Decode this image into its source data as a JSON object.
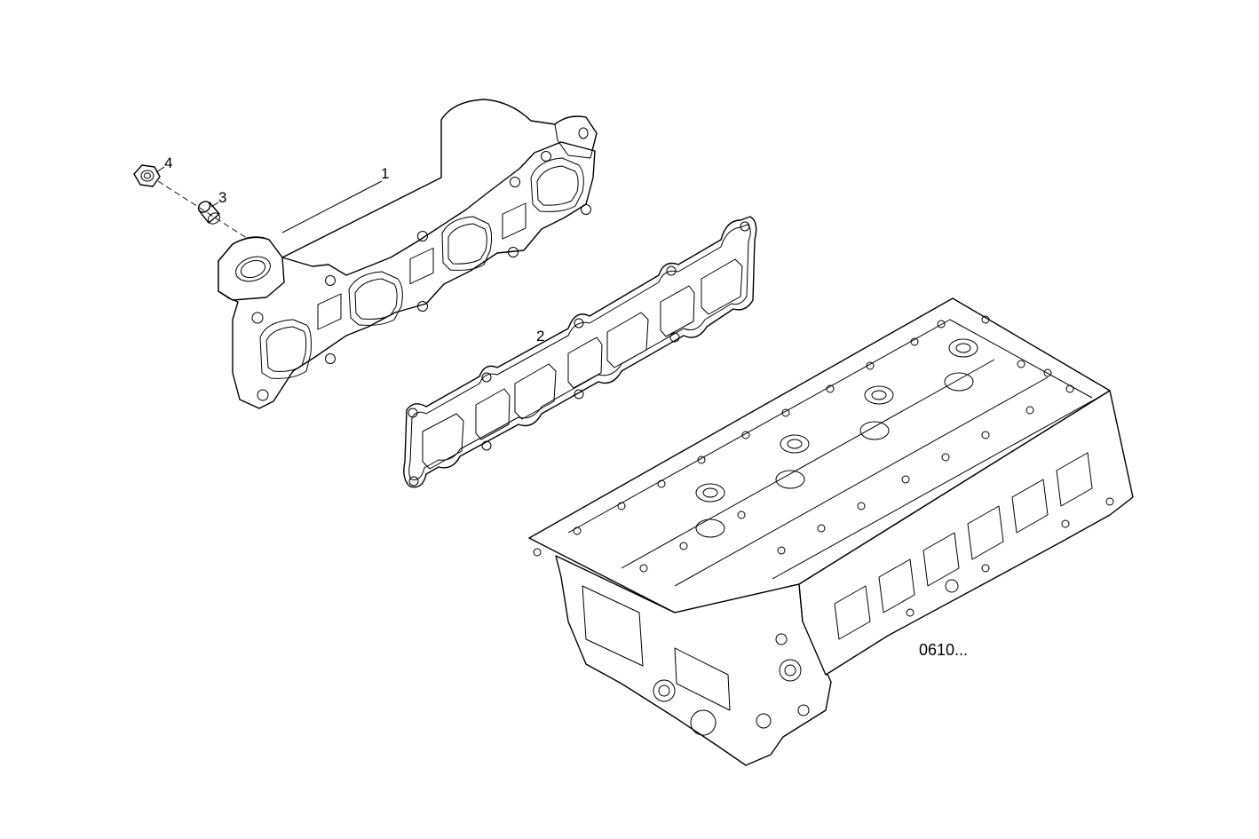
{
  "callouts": {
    "part_1": "1",
    "part_2": "2",
    "part_3": "3",
    "part_4": "4"
  },
  "drawing_code": "0610...",
  "colors": {
    "line": "#000000",
    "background": "#ffffff"
  }
}
